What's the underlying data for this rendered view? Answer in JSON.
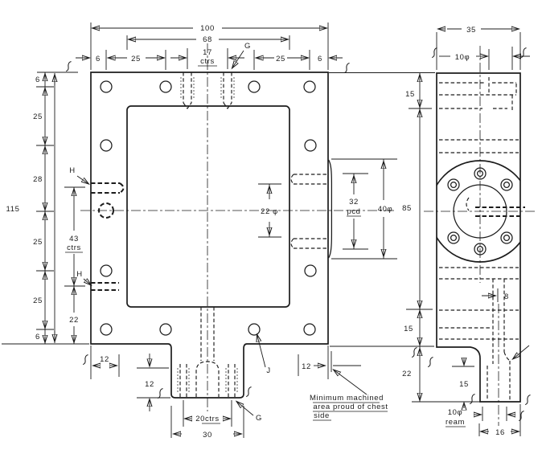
{
  "drawing": {
    "front": {
      "top": {
        "overall": "100",
        "opening": "68",
        "edge_left": "6",
        "pitch_left": "25",
        "centers": "17",
        "centers_unit": "ctrs",
        "pitch_right": "25",
        "edge_right": "6",
        "hole_ref": "G"
      },
      "left": {
        "edge_top": "6",
        "pitch_a": "25",
        "pitch_b": "28",
        "overall": "115",
        "centers": "43",
        "centers_unit": "ctrs",
        "pitch_c": "25",
        "pitch_d": "25",
        "edge_bottom": "6",
        "offset_lower": "22",
        "hole_ref_upper": "H",
        "hole_ref_lower": "H"
      },
      "center": {
        "bore": "22 φ",
        "pcd": "32",
        "pcd_unit": "pcd",
        "boss": "40φ"
      },
      "bottom": {
        "margin_left": "12",
        "spigot_depth": "12",
        "spigot_centers": "20ctrs",
        "spigot_width": "30",
        "margin_right": "12",
        "hole_ref": "G",
        "hole_ref_j": "J"
      }
    },
    "side": {
      "top": {
        "width": "35",
        "hole": "10φ",
        "offset_top": "15"
      },
      "left": {
        "body": "85",
        "offset_bottom": "15",
        "spigot": "22"
      },
      "bottom": {
        "hole_offset": "8",
        "ream_depth": "15",
        "ream": "10φ",
        "ream_unit": "ream",
        "width": "16"
      }
    },
    "note": {
      "line1": "Minimum machined",
      "line2": "area proud of chest",
      "line3": "side"
    },
    "icons": {
      "machining_mark": "script-f-surface-finish-mark",
      "arrowhead": "filled-triangle"
    },
    "colors": {
      "ink": "#1c1c1c",
      "paper": "#ffffff"
    }
  }
}
